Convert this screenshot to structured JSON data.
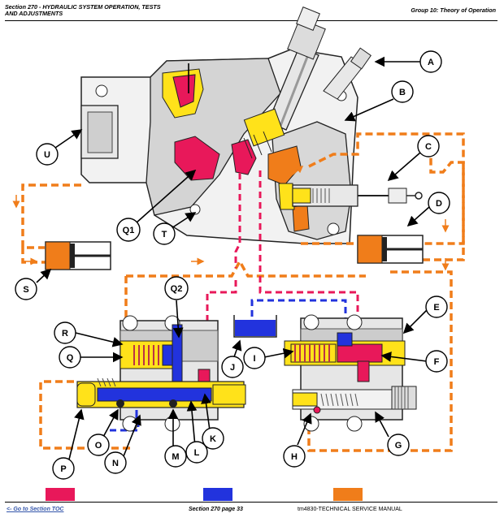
{
  "header": {
    "section_title": "Section 270 - HYDRAULIC SYSTEM OPERATION, TESTS AND ADJUSTMENTS",
    "group_title": "Group 10: Theory of Operation"
  },
  "callouts": {
    "A": "A",
    "B": "B",
    "C": "C",
    "D": "D",
    "E": "E",
    "F": "F",
    "G": "G",
    "H": "H",
    "I": "I",
    "J": "J",
    "K": "K",
    "L": "L",
    "M": "M",
    "N": "N",
    "O": "O",
    "P": "P",
    "Q": "Q",
    "Q1": "Q1",
    "Q2": "Q2",
    "R": "R",
    "S": "S",
    "T": "T",
    "U": "U"
  },
  "legend": {
    "colors": {
      "red": "#e8185a",
      "blue": "#2233dd",
      "orange": "#f07d1a"
    }
  },
  "colors": {
    "pressure_red": "#e8185a",
    "return_blue": "#2233dd",
    "pilot_orange": "#f07d1a",
    "yellow": "#ffe21a",
    "housing_gray": "#d0d0d0"
  },
  "footer": {
    "toc_link": "<- Go to Section TOC",
    "page": "Section 270 page 33",
    "manual": "tm4830-TECHNICAL SERVICE MANUAL"
  }
}
